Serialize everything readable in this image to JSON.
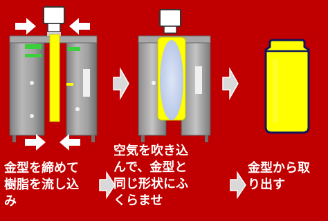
{
  "colors": {
    "background": "#c00000",
    "text": "#ffffff",
    "resin": "#ffff00",
    "mold": "#9a9a9a",
    "arrow": "#ffffff",
    "arrow_fill": "#d9d9d9"
  },
  "steps": [
    {
      "caption": "金型を締めて\n樹脂を流し込\nみ"
    },
    {
      "caption": "空気を吹き込\nんで、金型と\n同じ形状にふ\nくらませ"
    },
    {
      "caption": "金型から取\nり出す"
    }
  ],
  "icons": {
    "clamp_arrows": "arrow-icon",
    "flow_arrows": "chevron-arrow-icon"
  }
}
